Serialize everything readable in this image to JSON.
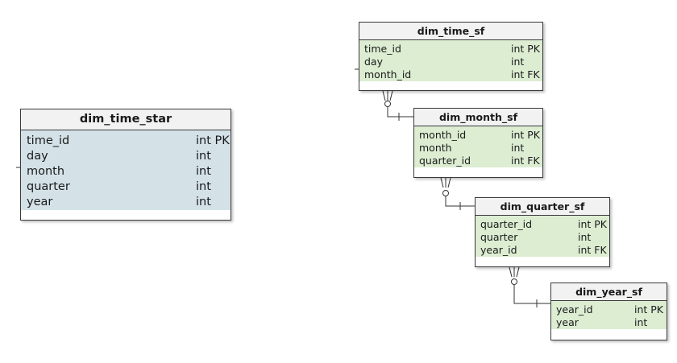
{
  "tables": {
    "star": {
      "name": "dim_time_star",
      "columns": [
        {
          "name": "time_id",
          "type": "int PK"
        },
        {
          "name": "day",
          "type": "int"
        },
        {
          "name": "month",
          "type": "int"
        },
        {
          "name": "quarter",
          "type": "int"
        },
        {
          "name": "year",
          "type": "int"
        }
      ]
    },
    "time_sf": {
      "name": "dim_time_sf",
      "columns": [
        {
          "name": "time_id",
          "type": "int PK"
        },
        {
          "name": "day",
          "type": "int"
        },
        {
          "name": "month_id",
          "type": "int FK"
        }
      ]
    },
    "month_sf": {
      "name": "dim_month_sf",
      "columns": [
        {
          "name": "month_id",
          "type": "int PK"
        },
        {
          "name": "month",
          "type": "int"
        },
        {
          "name": "quarter_id",
          "type": "int FK"
        }
      ]
    },
    "quarter_sf": {
      "name": "dim_quarter_sf",
      "columns": [
        {
          "name": "quarter_id",
          "type": "int PK"
        },
        {
          "name": "quarter",
          "type": "int"
        },
        {
          "name": "year_id",
          "type": "int FK"
        }
      ]
    },
    "year_sf": {
      "name": "dim_year_sf",
      "columns": [
        {
          "name": "year_id",
          "type": "int PK"
        },
        {
          "name": "year",
          "type": "int"
        }
      ]
    }
  },
  "colors": {
    "star_body": "#d4e2e8",
    "snowflake_body": "#dcedd2",
    "header": "#f2f2f2",
    "line": "#3a3a3a"
  }
}
